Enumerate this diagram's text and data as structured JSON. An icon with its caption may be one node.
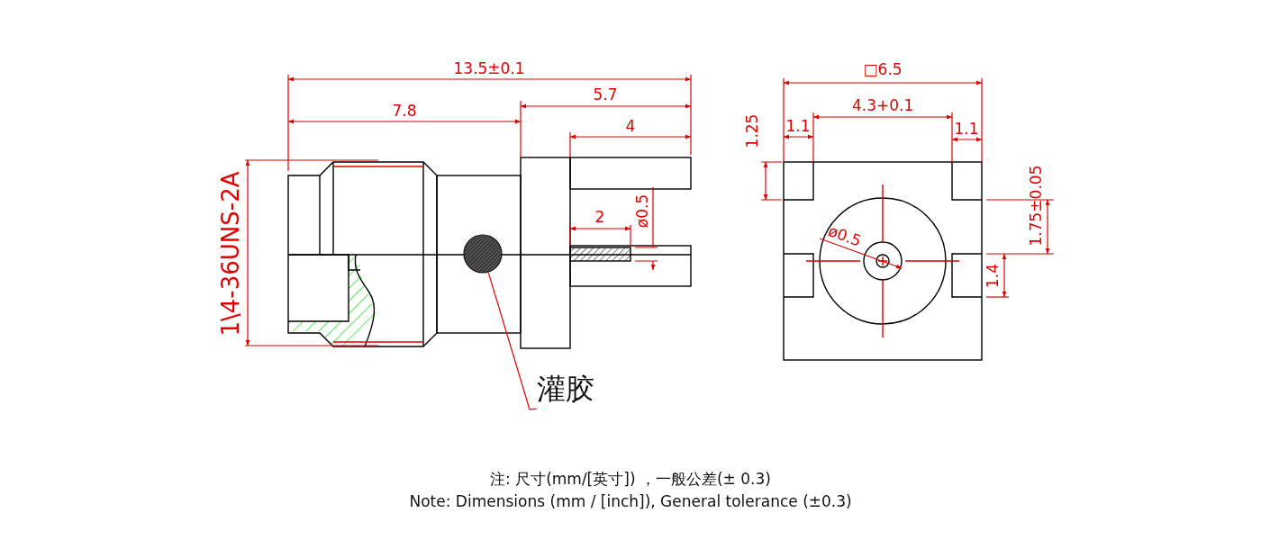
{
  "diagram": {
    "nodes": [
      {
        "text": [
          "灌胶"
        ]
      },
      {
        "text": [],
        "shape": "circle"
      }
    ],
    "edges": [
      {
        "from": 0,
        "to": 1,
        "arrow": "none"
      }
    ],
    "labels": [
      "13.5±0.1",
      "□6.5",
      "5.7",
      "4.3+0.1",
      "7.8",
      "1.25",
      "1.1",
      "1.1",
      "4",
      "1\\4-36UNS-2A",
      "2",
      "ø0.5",
      "ø0.5",
      "1.75±0.05",
      "1.4",
      "注: 尺寸(mm/[英寸]) ，一般公差(± 0.3)",
      "Note: Dimensions (mm / [inch]), General tolerance (±0.3)"
    ]
  }
}
